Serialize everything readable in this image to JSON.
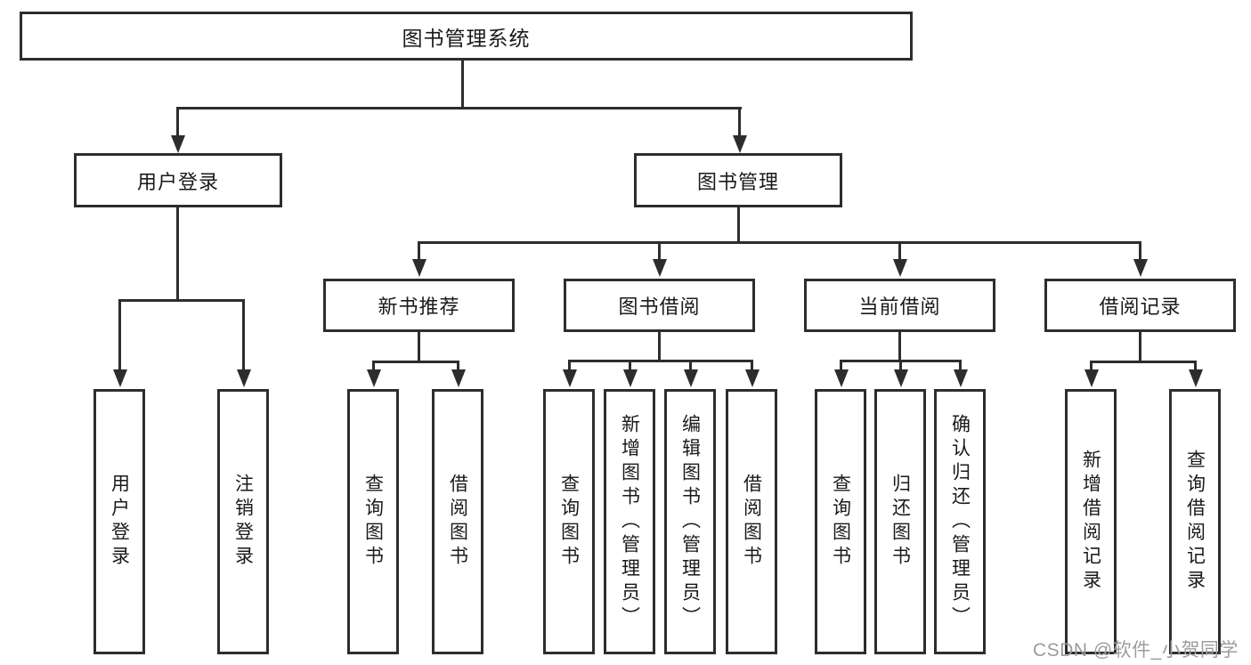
{
  "diagram": {
    "root": "图书管理系统",
    "branches": [
      {
        "label": "用户登录",
        "children": [
          {
            "label": "用户登录"
          },
          {
            "label": "注销登录"
          }
        ]
      },
      {
        "label": "图书管理",
        "children": [
          {
            "label": "新书推荐",
            "children": [
              {
                "label": "查询图书"
              },
              {
                "label": "借阅图书"
              }
            ]
          },
          {
            "label": "图书借阅",
            "children": [
              {
                "label": "查询图书"
              },
              {
                "label": "新增图书（管理员）"
              },
              {
                "label": "编辑图书（管理员）"
              },
              {
                "label": "借阅图书"
              }
            ]
          },
          {
            "label": "当前借阅",
            "children": [
              {
                "label": "查询图书"
              },
              {
                "label": "归还图书"
              },
              {
                "label": "确认归还（管理员）"
              }
            ]
          },
          {
            "label": "借阅记录",
            "children": [
              {
                "label": "新增借阅记录"
              },
              {
                "label": "查询借阅记录"
              }
            ]
          }
        ]
      }
    ]
  },
  "watermark": {
    "text": "CSDN @软件_小贺同学"
  },
  "colors": {
    "line": "#2d2d2d",
    "text": "#1a1a1a",
    "background": "#ffffff",
    "watermark": "#9c9c9c"
  }
}
